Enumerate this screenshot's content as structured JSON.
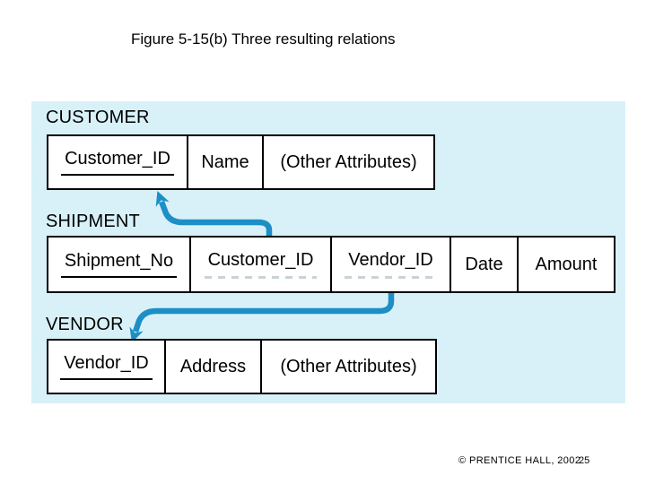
{
  "slide": {
    "title": "Figure 5-15(b) Three resulting relations",
    "footer": {
      "copyright": "© PRENTICE HALL, 2002",
      "page_number": "25"
    }
  },
  "colors": {
    "panel_background": "#d8f1f9",
    "arrow_blue": "#1d8fc6",
    "primary_key_underline": "#000000",
    "foreign_key_dash": "#c9d2d6",
    "table_border": "#000000"
  },
  "diagram": {
    "relations": [
      {
        "name": "CUSTOMER",
        "attributes": [
          {
            "label": "Customer_ID",
            "key": "primary"
          },
          {
            "label": "Name",
            "key": "none"
          },
          {
            "label": "(Other Attributes)",
            "key": "none"
          }
        ]
      },
      {
        "name": "SHIPMENT",
        "attributes": [
          {
            "label": "Shipment_No",
            "key": "primary"
          },
          {
            "label": "Customer_ID",
            "key": "foreign"
          },
          {
            "label": "Vendor_ID",
            "key": "foreign"
          },
          {
            "label": "Date",
            "key": "none"
          },
          {
            "label": "Amount",
            "key": "none"
          }
        ]
      },
      {
        "name": "VENDOR",
        "attributes": [
          {
            "label": "Vendor_ID",
            "key": "primary"
          },
          {
            "label": "Address",
            "key": "none"
          },
          {
            "label": "(Other Attributes)",
            "key": "none"
          }
        ]
      }
    ],
    "arrows": [
      {
        "name": "shipment-customer-fk-arrow",
        "from": "SHIPMENT.Customer_ID",
        "to": "CUSTOMER.Customer_ID"
      },
      {
        "name": "shipment-vendor-fk-arrow",
        "from": "SHIPMENT.Vendor_ID",
        "to": "VENDOR.Vendor_ID"
      }
    ]
  }
}
